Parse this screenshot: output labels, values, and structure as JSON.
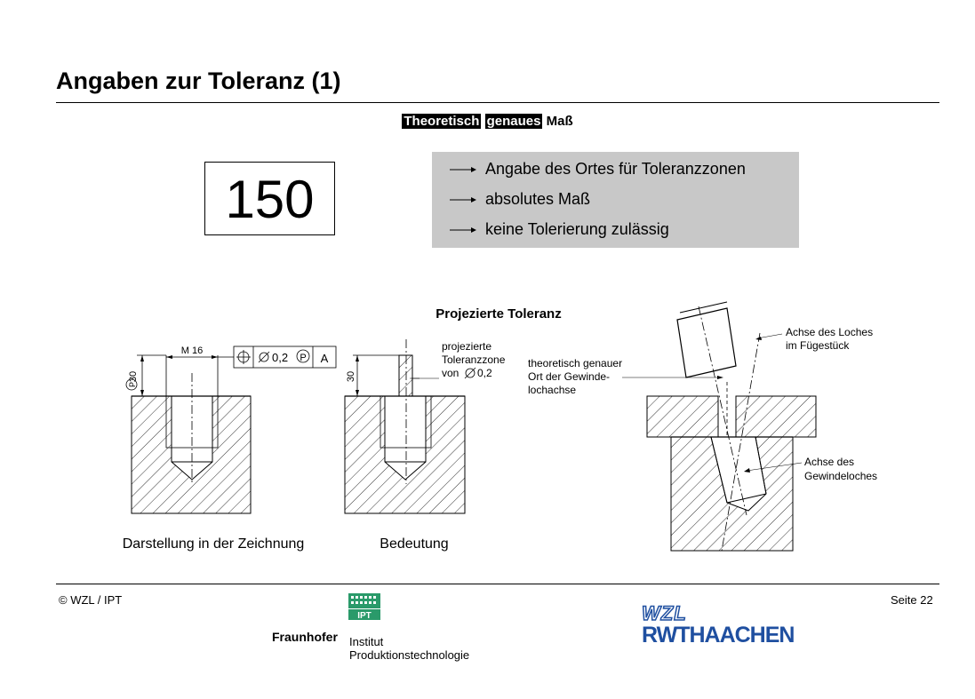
{
  "header": {
    "title": "Angaben zur Toleranz (1)"
  },
  "subtitle": {
    "word1": "Theoretisch",
    "word2": "genaues",
    "word3": "Maß"
  },
  "dimension_box": {
    "value": "150"
  },
  "info": {
    "items": [
      "Angabe des Ortes für Toleranzzonen",
      "absolutes Maß",
      "keine Tolerierung zulässig"
    ]
  },
  "drawing": {
    "heading": "Projezierte Toleranz",
    "m16": "M 16",
    "tol_value": "0,2",
    "datum": "A",
    "p_symbol": "P",
    "p30": "30",
    "dim30": "30",
    "proj_line1": "projezierte",
    "proj_line2": "Toleranzzone",
    "proj_line3": "von",
    "proj_val": "0,2",
    "theo_line1": "theoretisch genauer",
    "theo_line2": "Ort der Gewinde-",
    "theo_line3": "lochachse",
    "achse_loch1": "Achse des Loches",
    "achse_loch2": "im Fügestück",
    "achse_gew1": "Achse des",
    "achse_gew2": "Gewindeloches",
    "caption_left": "Darstellung in der Zeichnung",
    "caption_mid": "Bedeutung"
  },
  "footer": {
    "copyright": "© WZL / IPT",
    "page": "Seite 22",
    "fraunhofer": "Fraunhofer",
    "institut": "Institut",
    "produktion": "Produktionstechnologie",
    "ipt": "IPT",
    "wzl": "WZL",
    "rwth": "RWTHAACHEN"
  },
  "colors": {
    "info_bg": "#c8c8c8",
    "rwth_blue": "#1f4fa0",
    "ipt_green": "#2a9a6a"
  }
}
